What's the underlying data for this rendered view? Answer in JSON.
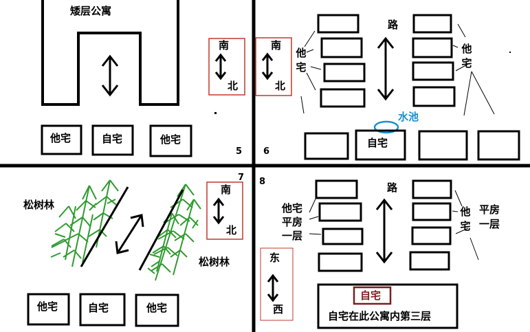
{
  "panels": {
    "p5": {
      "number": "5",
      "building": "矮层公寓",
      "compass": {
        "top": "南",
        "bottom": "北"
      },
      "houses": [
        "他宅",
        "自宅",
        "他宅"
      ]
    },
    "p6": {
      "number": "6",
      "compass": {
        "top": "南",
        "bottom": "北"
      },
      "road": "路",
      "left_label": "他宅",
      "right_label": "他宅",
      "pond": "水池",
      "own_house": "自宅"
    },
    "p7": {
      "number": "7",
      "forest_left": "松树林",
      "forest_right": "松树林",
      "compass": {
        "top": "南",
        "bottom": "北"
      },
      "houses": [
        "他宅",
        "自宅",
        "他宅"
      ]
    },
    "p8": {
      "number": "8",
      "compass": {
        "top": "东",
        "bottom": "西"
      },
      "road": "路",
      "left_label_lines": [
        "他宅",
        "平房",
        "一层"
      ],
      "right_label": "他宅",
      "right_label2_lines": [
        "平房",
        "一层"
      ],
      "own_house": "自宅",
      "apartment_note": "自宅在此公寓内第三层"
    }
  },
  "colors": {
    "forest": "#2e9b2e",
    "pond": "#1a8fd1",
    "compass_box": "#c0392b",
    "own_box": "#7b1e1e"
  }
}
